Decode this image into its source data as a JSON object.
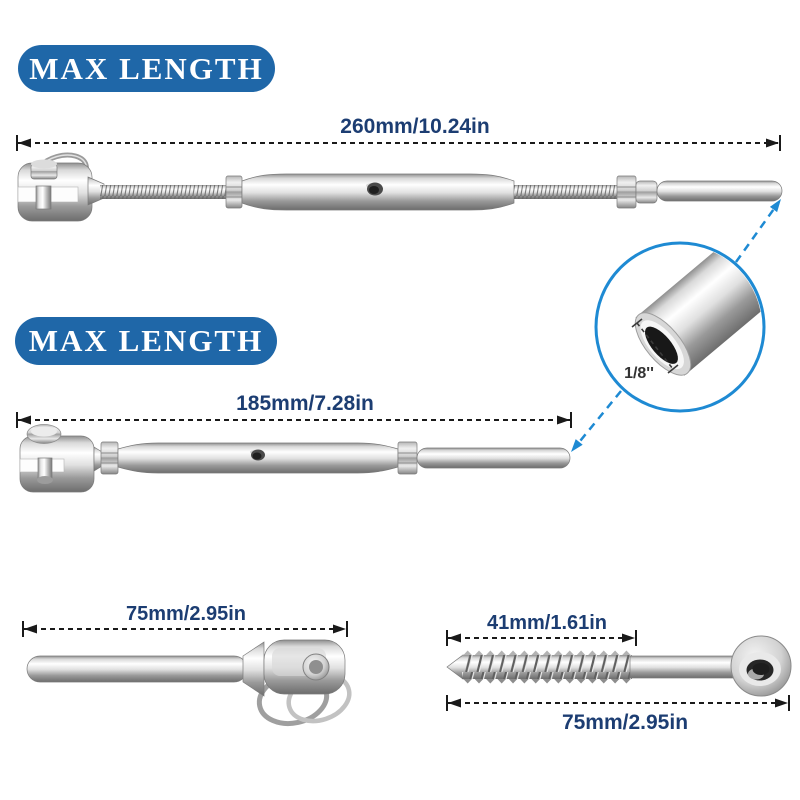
{
  "badges": {
    "top": "MAX LENGTH",
    "middle": "MAX LENGTH"
  },
  "dimensions": {
    "turnbuckle_long": "260mm/10.24in",
    "turnbuckle_short": "185mm/7.28in",
    "jaw_terminal": "75mm/2.95in",
    "lag_screw_thread": "41mm/1.61in",
    "lag_screw_total": "75mm/2.95in"
  },
  "inset": {
    "cable_diameter": "1/8''"
  },
  "colors": {
    "badge_blue": "#1f67a8",
    "dimension_text": "#1c3d72",
    "accent_blue": "#1e8ad3",
    "line_black": "#1a1a1a"
  }
}
